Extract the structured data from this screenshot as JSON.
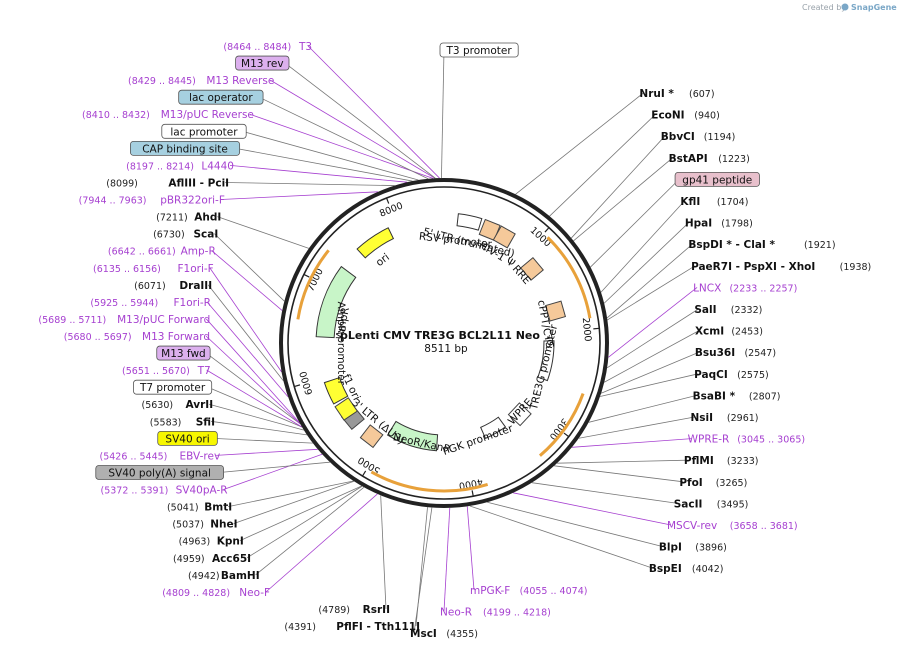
{
  "credit": {
    "prefix": "Created by",
    "brand": "SnapGene"
  },
  "plasmid": {
    "name": "pLenti CMV TRE3G BCL2L11 Neo",
    "length_label": "8511 bp"
  },
  "ticks": [
    {
      "label": "1000",
      "pos": 1000
    },
    {
      "label": "2000",
      "pos": 2000
    },
    {
      "label": "3000",
      "pos": 3000
    },
    {
      "label": "4000",
      "pos": 4000
    },
    {
      "label": "5000",
      "pos": 5000
    },
    {
      "label": "6000",
      "pos": 6000
    },
    {
      "label": "7000",
      "pos": 7000
    },
    {
      "label": "8000",
      "pos": 8000
    }
  ],
  "inner_labels": [
    {
      "text": "RSV promoter",
      "pos": 150
    },
    {
      "text": "5' LTR (truncated)",
      "pos": 330
    },
    {
      "text": "HIV-1 Ψ",
      "pos": 730
    },
    {
      "text": "RRE",
      "pos": 1150
    },
    {
      "text": "cPPT/CTS",
      "pos": 1880
    },
    {
      "text": "TRE3G promoter",
      "pos": 2450
    },
    {
      "text": "WPRE",
      "pos": 3120
    },
    {
      "text": "PGK promoter",
      "pos": 3800
    },
    {
      "text": "NeoR/KanR",
      "pos": 4550
    },
    {
      "text": "3' LTR (ΔU3)",
      "pos": 5200
    },
    {
      "text": "f1 ori",
      "pos": 5780
    },
    {
      "text": "AmpR promoter",
      "pos": 6380
    },
    {
      "text": "AmpR",
      "pos": 6650
    },
    {
      "text": "ori",
      "pos": 7650
    }
  ],
  "right_labels": [
    {
      "name": "NruI",
      "star": "*",
      "pos": "(607)",
      "bp": 607
    },
    {
      "name": "EcoNI",
      "star": "",
      "pos": "(940)",
      "bp": 940
    },
    {
      "name": "BbvCI",
      "star": "",
      "pos": "(1194)",
      "bp": 1194
    },
    {
      "name": "BstAPI",
      "star": "",
      "pos": "(1223)",
      "bp": 1223
    },
    {
      "name": "gp41 peptide",
      "feature": true,
      "bp": 1480
    },
    {
      "name": "KflI",
      "star": "",
      "pos": "(1704)",
      "bp": 1704
    },
    {
      "name": "HpaI",
      "star": "",
      "pos": "(1798)",
      "bp": 1798
    },
    {
      "name": "BspDI * - ClaI *",
      "star": "",
      "pos": "(1921)",
      "bp": 1921
    },
    {
      "name": "PaeR7I - PspXI - XhoI",
      "star": "",
      "pos": "(1938)",
      "bp": 1938
    },
    {
      "name": "LNCX",
      "purple": true,
      "pos": "(2233 .. 2257)",
      "bp": 2245
    },
    {
      "name": "SalI",
      "star": "",
      "pos": "(2332)",
      "bp": 2332
    },
    {
      "name": "XcmI",
      "star": "",
      "pos": "(2453)",
      "bp": 2453
    },
    {
      "name": "Bsu36I",
      "star": "",
      "pos": "(2547)",
      "bp": 2547
    },
    {
      "name": "PaqCI",
      "star": "",
      "pos": "(2575)",
      "bp": 2575
    },
    {
      "name": "BsaBI",
      "star": "*",
      "pos": "(2807)",
      "bp": 2807
    },
    {
      "name": "NsiI",
      "star": "",
      "pos": "(2961)",
      "bp": 2961
    },
    {
      "name": "WPRE-R",
      "purple": true,
      "pos": "(3045 .. 3065)",
      "bp": 3055
    },
    {
      "name": "PflMI",
      "star": "",
      "pos": "(3233)",
      "bp": 3233
    },
    {
      "name": "PfoI",
      "star": "",
      "pos": "(3265)",
      "bp": 3265
    },
    {
      "name": "SacII",
      "star": "",
      "pos": "(3495)",
      "bp": 3495
    },
    {
      "name": "MSCV-rev",
      "purple": true,
      "pos": "(3658 .. 3681)",
      "bp": 3670
    },
    {
      "name": "BlpI",
      "star": "",
      "pos": "(3896)",
      "bp": 3896
    },
    {
      "name": "BspEI",
      "star": "",
      "pos": "(4042)",
      "bp": 4042
    },
    {
      "name": "mPGK-F",
      "purple": true,
      "pos": "(4055 .. 4074)",
      "bp": 4064
    },
    {
      "name": "Neo-R",
      "purple": true,
      "pos": "(4199 .. 4218)",
      "bp": 4208
    },
    {
      "name": "MscI",
      "star": "",
      "pos": "(4355)",
      "bp": 4355
    }
  ],
  "left_labels": [
    {
      "name": "PflFI - Tth111I",
      "pos": "(4391)",
      "bp": 4391
    },
    {
      "name": "RsrII",
      "pos": "(4789)",
      "bp": 4789
    },
    {
      "name": "Neo-F",
      "purple": true,
      "pos": "(4809 .. 4828)",
      "bp": 4818
    },
    {
      "name": "BamHI",
      "pos": "(4942)",
      "bp": 4942
    },
    {
      "name": "Acc65I",
      "pos": "(4959)",
      "bp": 4959
    },
    {
      "name": "KpnI",
      "pos": "(4963)",
      "bp": 4963
    },
    {
      "name": "NheI",
      "pos": "(5037)",
      "bp": 5037
    },
    {
      "name": "BmtI",
      "pos": "(5041)",
      "bp": 5041
    },
    {
      "name": "SV40pA-R",
      "purple": true,
      "pos": "(5372 .. 5391)",
      "bp": 5381
    },
    {
      "name": "SV40 poly(A) signal",
      "box": "gray",
      "bp": 5290
    },
    {
      "name": "EBV-rev",
      "purple": true,
      "pos": "(5426 .. 5445)",
      "bp": 5435
    },
    {
      "name": "SV40 ori",
      "box": "yellow",
      "bp": 5500
    },
    {
      "name": "SfiI",
      "pos": "(5583)",
      "bp": 5583
    },
    {
      "name": "AvrII",
      "pos": "(5630)",
      "bp": 5630
    },
    {
      "name": "T7 promoter",
      "box": "white",
      "bp": 5660
    },
    {
      "name": "T7",
      "purple": true,
      "pos": "(5651 .. 5670)",
      "bp": 5660
    },
    {
      "name": "M13 fwd",
      "box": "violet",
      "bp": 5690
    },
    {
      "name": "M13 Forward",
      "purple": true,
      "pos": "(5680 .. 5697)",
      "bp": 5688
    },
    {
      "name": "M13/pUC Forward",
      "purple": true,
      "pos": "(5689 .. 5711)",
      "bp": 5700
    },
    {
      "name": "F1ori-R",
      "purple": true,
      "pos": "(5925 .. 5944)",
      "bp": 5934
    },
    {
      "name": "DraIII",
      "pos": "(6071)",
      "bp": 6071
    },
    {
      "name": "F1ori-F",
      "purple": true,
      "pos": "(6135 .. 6156)",
      "bp": 6145
    },
    {
      "name": "Amp-R",
      "purple": true,
      "pos": "(6642 .. 6661)",
      "bp": 6651
    },
    {
      "name": "ScaI",
      "pos": "(6730)",
      "bp": 6730
    },
    {
      "name": "AhdI",
      "pos": "(7211)",
      "bp": 7211
    },
    {
      "name": "pBR322ori-F",
      "purple": true,
      "pos": "(7944 .. 7963)",
      "bp": 7953
    },
    {
      "name": "AflIII - PciI",
      "pos": "(8099)",
      "bp": 8099
    },
    {
      "name": "L4440",
      "purple": true,
      "pos": "(8197 .. 8214)",
      "bp": 8205
    },
    {
      "name": "CAP binding site",
      "box": "blue",
      "bp": 8250
    },
    {
      "name": "lac promoter",
      "box": "white",
      "bp": 8300
    },
    {
      "name": "M13/pUC Reverse",
      "purple": true,
      "pos": "(8410 .. 8432)",
      "bp": 8421
    },
    {
      "name": "lac operator",
      "box": "blue",
      "bp": 8380
    },
    {
      "name": "M13 Reverse",
      "purple": true,
      "pos": "(8429 .. 8445)",
      "bp": 8437
    },
    {
      "name": "M13 rev",
      "box": "violet",
      "bp": 8440
    },
    {
      "name": "T3",
      "purple": true,
      "pos": "(8464 .. 8484)",
      "bp": 8474
    }
  ],
  "top_labels": [
    {
      "name": "T3 promoter",
      "box": "white",
      "bp": 8490
    }
  ],
  "colors": {
    "ring": "#222222",
    "feature_orange": "#f5c99a",
    "arrow_green": "#c8f5c8",
    "arrow_yellow": "#ffff33",
    "arc_orange": "#e8a13a",
    "purple": "#a640d0",
    "box_blue": "#a6d0e0",
    "box_violet": "#dcb0ee",
    "box_gray": "#b0b0b0",
    "box_yellow": "#f7f700",
    "box_pink": "#e8c0cc"
  }
}
